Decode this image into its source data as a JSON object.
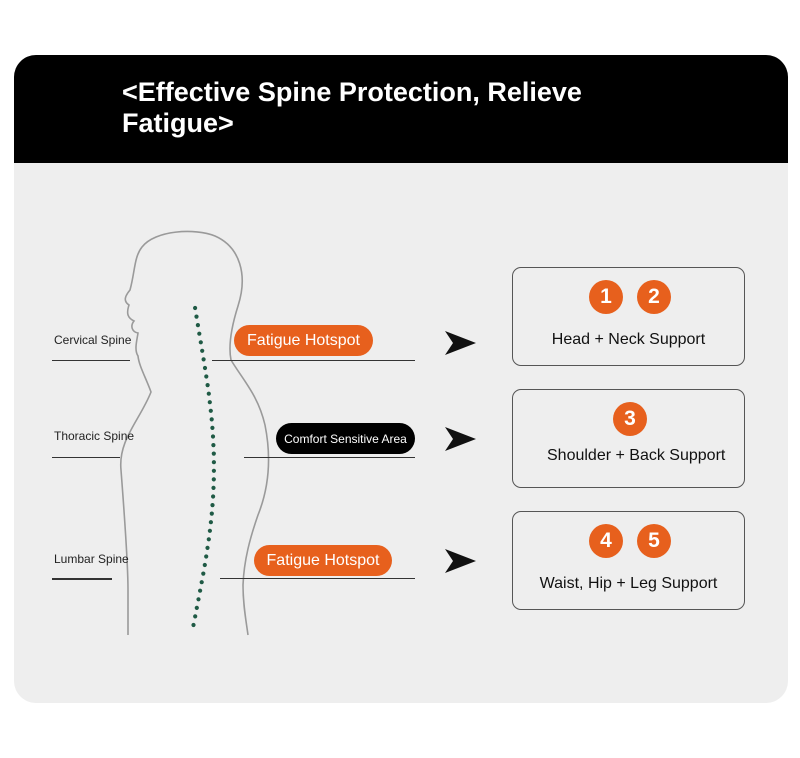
{
  "header": {
    "title": "<Effective Spine Protection, Relieve Fatigue>"
  },
  "colors": {
    "accent": "#e7601d",
    "header_bg": "#000000",
    "panel_bg": "#eeeeee",
    "spine_dots": "#1f5a45"
  },
  "spine_labels": [
    "Cervical Spine",
    "Thoracic Spine",
    "Lumbar Spine"
  ],
  "tags": [
    {
      "text": "Fatigue Hotspot",
      "style": "orange"
    },
    {
      "text": "Comfort Sensitive Area",
      "style": "black"
    },
    {
      "text": "Fatigue Hotspot",
      "style": "orange"
    }
  ],
  "support_boxes": [
    {
      "badges": [
        "1",
        "2"
      ],
      "label": "Head + Neck Support"
    },
    {
      "badges": [
        "3"
      ],
      "label": "Shoulder + Back Support"
    },
    {
      "badges": [
        "4",
        "5"
      ],
      "label": "Waist, Hip + Leg Support"
    }
  ],
  "icons": {
    "arrow": "arrow-right-icon"
  }
}
